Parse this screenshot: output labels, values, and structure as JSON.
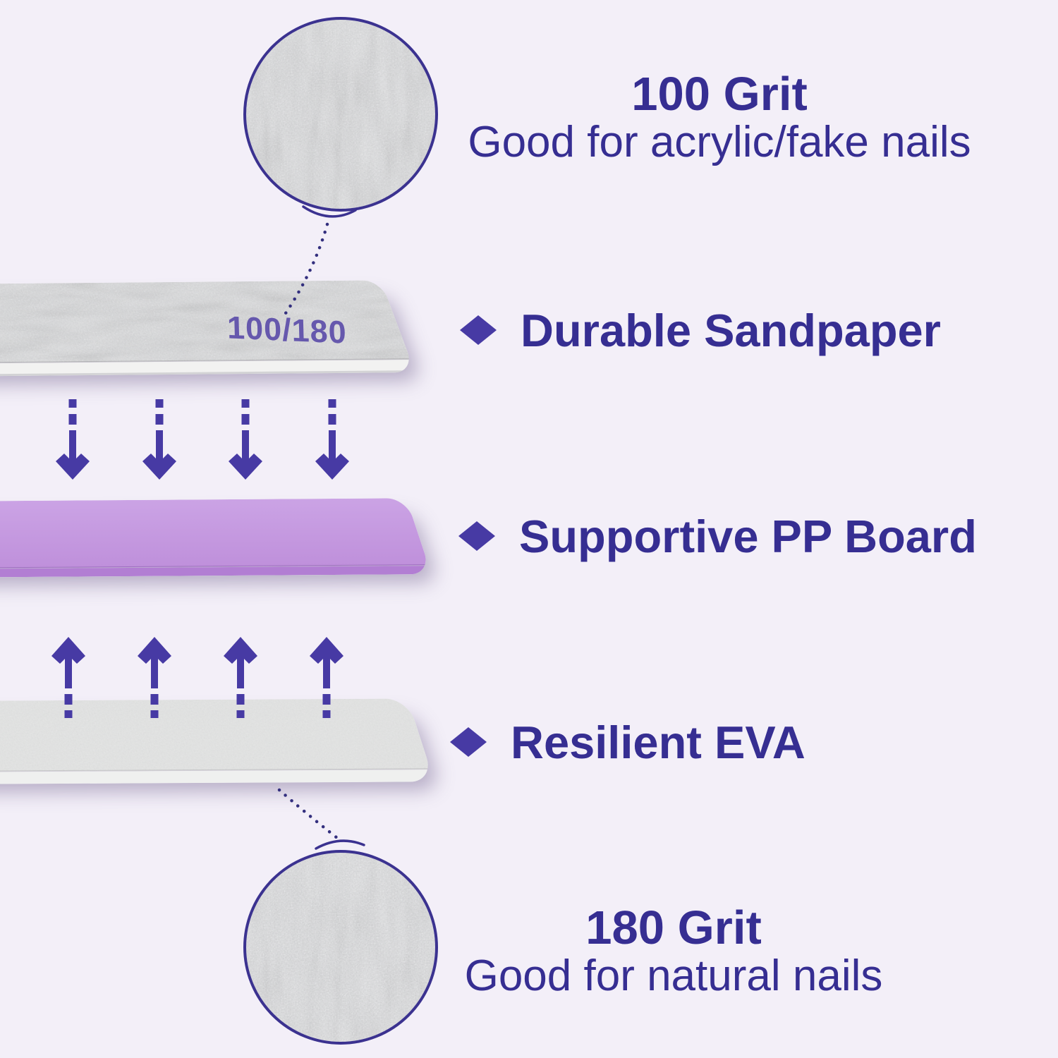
{
  "top_callout": {
    "title": "100 Grit",
    "subtitle": "Good for acrylic/fake nails"
  },
  "bottom_callout": {
    "title": "180 Grit",
    "subtitle": "Good for natural nails"
  },
  "strip_print": "100/180",
  "labels": [
    {
      "text": "Durable Sandpaper"
    },
    {
      "text": "Supportive PP Board"
    },
    {
      "text": "Resilient EVA"
    }
  ],
  "icons": {
    "bullet": "diamond-icon",
    "flow_down": "down-arrow-icon",
    "flow_up": "up-arrow-icon",
    "magnified_views": [
      "sandpaper-texture-circle-100",
      "sandpaper-texture-circle-180"
    ]
  },
  "colors": {
    "background": "#F3EFF8",
    "text_accent": "#362E92",
    "shape_accent": "#473AA4",
    "grit_print": "#5A4BA9",
    "pp_board_purple": "#C59ADF",
    "sandpaper_gray": "#D7D8D9",
    "eva_white": "#E0E1E0",
    "circle_border": "#3B3290",
    "connector": "#332F7E"
  }
}
